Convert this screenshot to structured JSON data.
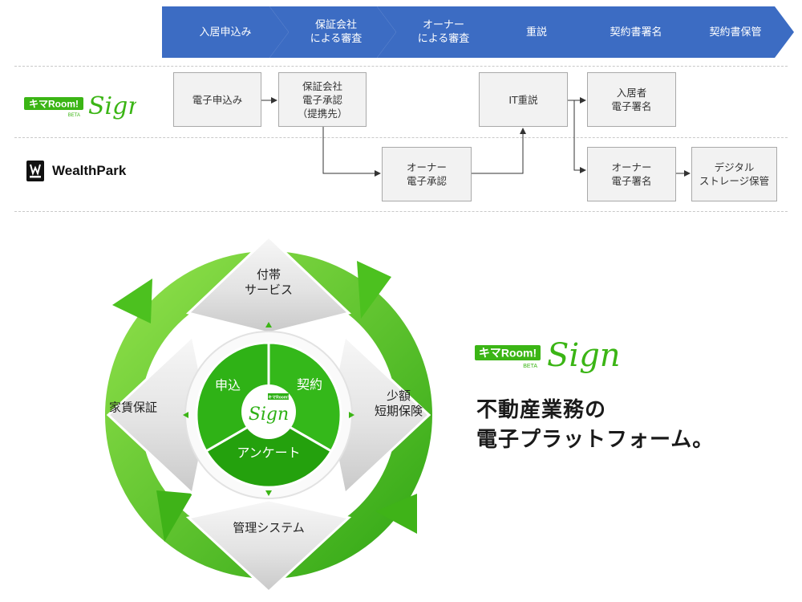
{
  "flow": {
    "steps": [
      "入居申込み",
      "保証会社\nによる審査",
      "オーナー\nによる審査",
      "重説",
      "契約書署名",
      "契約書保管"
    ],
    "boxes": {
      "e_application": "電子申込み",
      "guarantor_approval": "保証会社\n電子承認\n（提携先）",
      "owner_approval": "オーナー\n電子承認",
      "it_explanation": "IT重説",
      "tenant_signature": "入居者\n電子署名",
      "owner_signature": "オーナー\n電子署名",
      "digital_storage": "デジタル\nストレージ保管"
    },
    "rows": {
      "kima_logo": {
        "badge": "キマRoom!",
        "beta": "BETA",
        "script": "Sign"
      },
      "wealthpark_logo": {
        "mark": "W",
        "text": "WealthPark"
      }
    }
  },
  "wheel": {
    "core": {
      "application": "申込",
      "contract": "契約",
      "survey": "アンケート",
      "center_script": "Sign",
      "center_badge": "キマRoom!"
    },
    "outer": {
      "top": "付帯\nサービス",
      "right": "少額\n短期保険",
      "bottom": "管理システム",
      "left": "家賃保証"
    }
  },
  "brand": {
    "badge": "キマRoom!",
    "beta": "BETA",
    "script": "Sign"
  },
  "tagline": {
    "line1": "不動産業務の",
    "line2": "電子プラットフォーム。"
  },
  "colors": {
    "chevron": "#3c6cc3",
    "green": "#3bb515",
    "dark_green": "#1d9a00",
    "box_bg": "#f2f2f2"
  }
}
